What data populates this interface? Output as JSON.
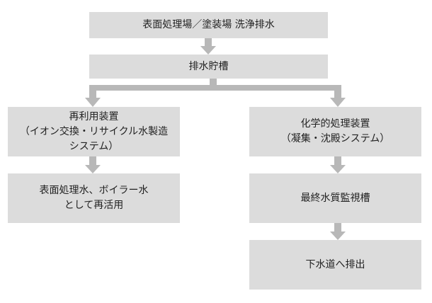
{
  "colors": {
    "box_fill": "#dcdcdc",
    "connector": "#b8b8b8",
    "text": "#222222"
  },
  "nodes": {
    "source": {
      "lines": [
        "表面処理場／塗装場 洗浄排水"
      ]
    },
    "tank": {
      "lines": [
        "排水貯槽"
      ]
    },
    "reuse": {
      "lines": [
        "再利用装置",
        "（イオン交換・リサイクル水製造",
        "システム）"
      ]
    },
    "reuse_result": {
      "lines": [
        "表面処理水、ボイラー水",
        "として再活用"
      ]
    },
    "chem": {
      "lines": [
        "化学的処理装置",
        "（凝集・沈殿システム）"
      ]
    },
    "final_tank": {
      "lines": [
        "最終水質監視槽"
      ]
    },
    "sewer": {
      "lines": [
        "下水道へ排出"
      ]
    }
  }
}
